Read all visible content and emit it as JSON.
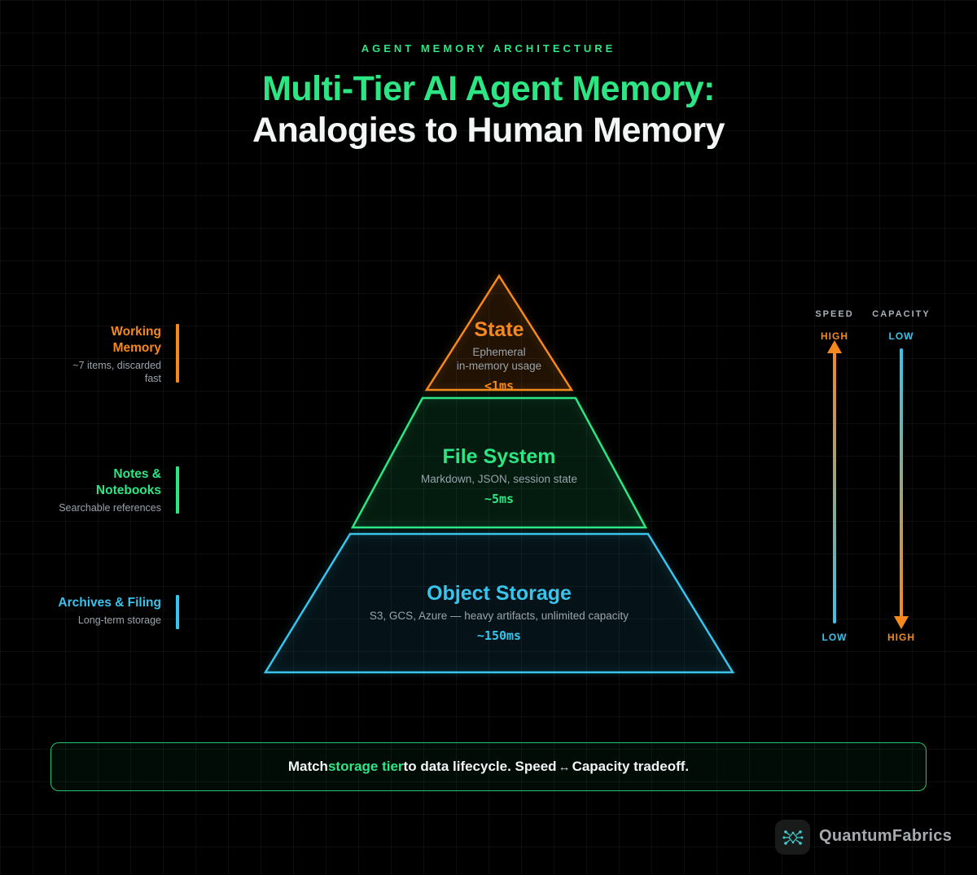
{
  "header": {
    "eyebrow": "AGENT MEMORY ARCHITECTURE",
    "title_accent": "Multi-Tier AI Agent Memory:",
    "title_plain": "Analogies to Human Memory"
  },
  "pyramid": {
    "tiers": [
      {
        "title": "State",
        "desc_lines": [
          "Ephemeral",
          "in-memory usage"
        ],
        "latency": "<1ms",
        "color": "#f5891d"
      },
      {
        "title": "File System",
        "desc_lines": [
          "Markdown, JSON, session state"
        ],
        "latency": "~5ms",
        "color": "#2ee583"
      },
      {
        "title": "Object Storage",
        "desc_lines": [
          "S3, GCS, Azure — heavy artifacts, unlimited capacity"
        ],
        "latency": "~150ms",
        "color": "#38c4ec"
      }
    ]
  },
  "analogies": [
    {
      "title_lines": [
        "Working",
        "Memory"
      ],
      "subtitle_lines": [
        "~7 items, discarded",
        "fast"
      ],
      "color": "#f5891d"
    },
    {
      "title_lines": [
        "Notes &",
        "Notebooks"
      ],
      "subtitle_lines": [
        "Searchable references"
      ],
      "color": "#2ee583"
    },
    {
      "title_lines": [
        "Archives & Filing"
      ],
      "subtitle_lines": [
        "Long-term storage"
      ],
      "color": "#38c4ec"
    }
  ],
  "axes": {
    "speed": {
      "label": "SPEED",
      "top_value": "HIGH",
      "bottom_value": "LOW"
    },
    "capacity": {
      "label": "CAPACITY",
      "top_value": "LOW",
      "bottom_value": "HIGH"
    }
  },
  "callout": {
    "prefix": "Match ",
    "highlight": "storage tier",
    "middle": " to data lifecycle. Speed ",
    "arrow": "↔",
    "suffix": " Capacity tradeoff."
  },
  "footer": {
    "brand": "QuantumFabrics",
    "logo_icon": "quantum-network-icon"
  },
  "colors": {
    "accent_green": "#2ee583",
    "accent_orange": "#f5891d",
    "accent_cyan": "#38c4ec",
    "muted_text": "#9aa3ab",
    "background": "#000000"
  }
}
